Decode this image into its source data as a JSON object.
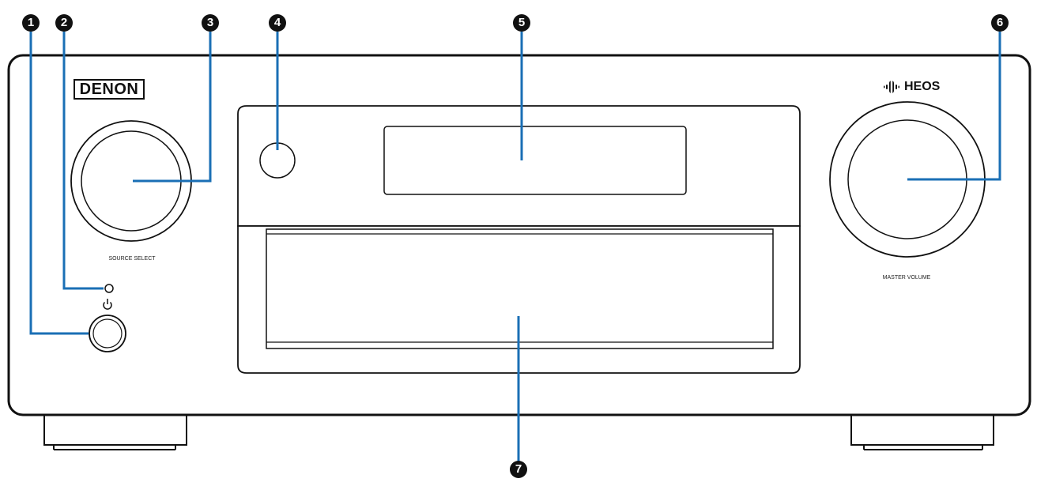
{
  "brand_logo": "DENON",
  "heos_logo": "HEOS",
  "labels": {
    "source_select": "SOURCE SELECT",
    "master_volume": "MASTER VOLUME"
  },
  "power_symbol": "⏻",
  "callouts": [
    "1",
    "2",
    "3",
    "4",
    "5",
    "6",
    "7"
  ],
  "colors": {
    "leader_line": "#1a6fb5",
    "outline": "#111111",
    "callout_fill": "#111111"
  },
  "icons": {
    "power": "power-icon",
    "heos": "heos-icon",
    "led": "indicator-icon"
  }
}
